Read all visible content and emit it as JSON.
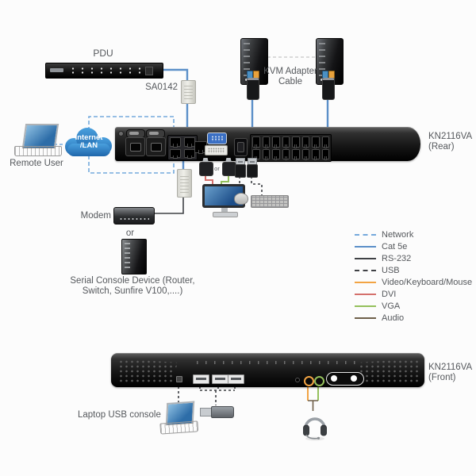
{
  "labels": {
    "pdu": "PDU",
    "sa0142": "SA0142",
    "kvm_adapter_line1": "KVM Adapter",
    "kvm_adapter_line2": "Cable",
    "rear_name": "KN2116VA",
    "rear_sub": "(Rear)",
    "front_name": "KN2116VA",
    "front_sub": "(Front)",
    "remote_user": "Remote User",
    "cloud_line1": "Internet",
    "cloud_line2": "/LAN",
    "modem": "Modem",
    "or_modem": "or",
    "or_console": "or",
    "serial_line1": "Serial Console Device (Router,",
    "serial_line2": "Switch, Sunfire V100,....)",
    "laptop_console": "Laptop USB console"
  },
  "legend": {
    "items": [
      {
        "label": "Network",
        "color": "#74a9dc",
        "style": "dashed"
      },
      {
        "label": "Cat 5e",
        "color": "#5b8fc8",
        "style": "solid"
      },
      {
        "label": "RS-232",
        "color": "#3f4145",
        "style": "solid"
      },
      {
        "label": "USB",
        "color": "#3f4145",
        "style": "dashed"
      },
      {
        "label": "Video/Keyboard/Mouse",
        "color": "#f2a444",
        "style": "solid"
      },
      {
        "label": "DVI",
        "color": "#d4706c",
        "style": "solid"
      },
      {
        "label": "VGA",
        "color": "#94c05c",
        "style": "solid"
      },
      {
        "label": "Audio",
        "color": "#6e5f49",
        "style": "solid"
      }
    ]
  },
  "devices": {
    "rear_port_count": 16,
    "lan_port_count": 4
  }
}
